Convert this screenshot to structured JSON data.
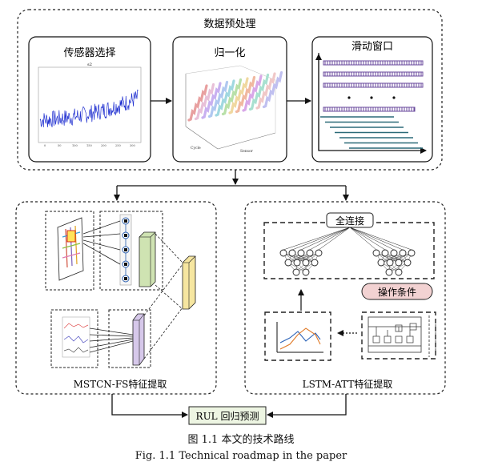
{
  "top_panel": {
    "title": "数据预处理"
  },
  "sensor_box": {
    "title": "传感器选择",
    "plot_title": "s2"
  },
  "norm_box": {
    "title": "归一化",
    "axis_cycle": "Cycle",
    "axis_sensor": "Sensor"
  },
  "window_box": {
    "title": "滑动窗口"
  },
  "left_panel": {
    "label": "MSTCN-FS特征提取"
  },
  "right_panel": {
    "label": "LSTM-ATT特征提取",
    "fc_label": "全连接",
    "cond_label": "操作条件"
  },
  "output": {
    "label": "RUL 回归预测"
  },
  "caption": {
    "zh": "图 1.1    本文的技术路线",
    "en": "Fig. 1.1    Technical roadmap in the paper"
  },
  "colors": {
    "signal": "#1f2fd0",
    "pink_node": "#f2d2d2",
    "green_block": "#cfe3b2",
    "yellow_block": "#f6e6a0",
    "purple_block": "#d6c8ea",
    "teal_line": "#2b6a78",
    "window_bar": "#6a4a9c"
  }
}
